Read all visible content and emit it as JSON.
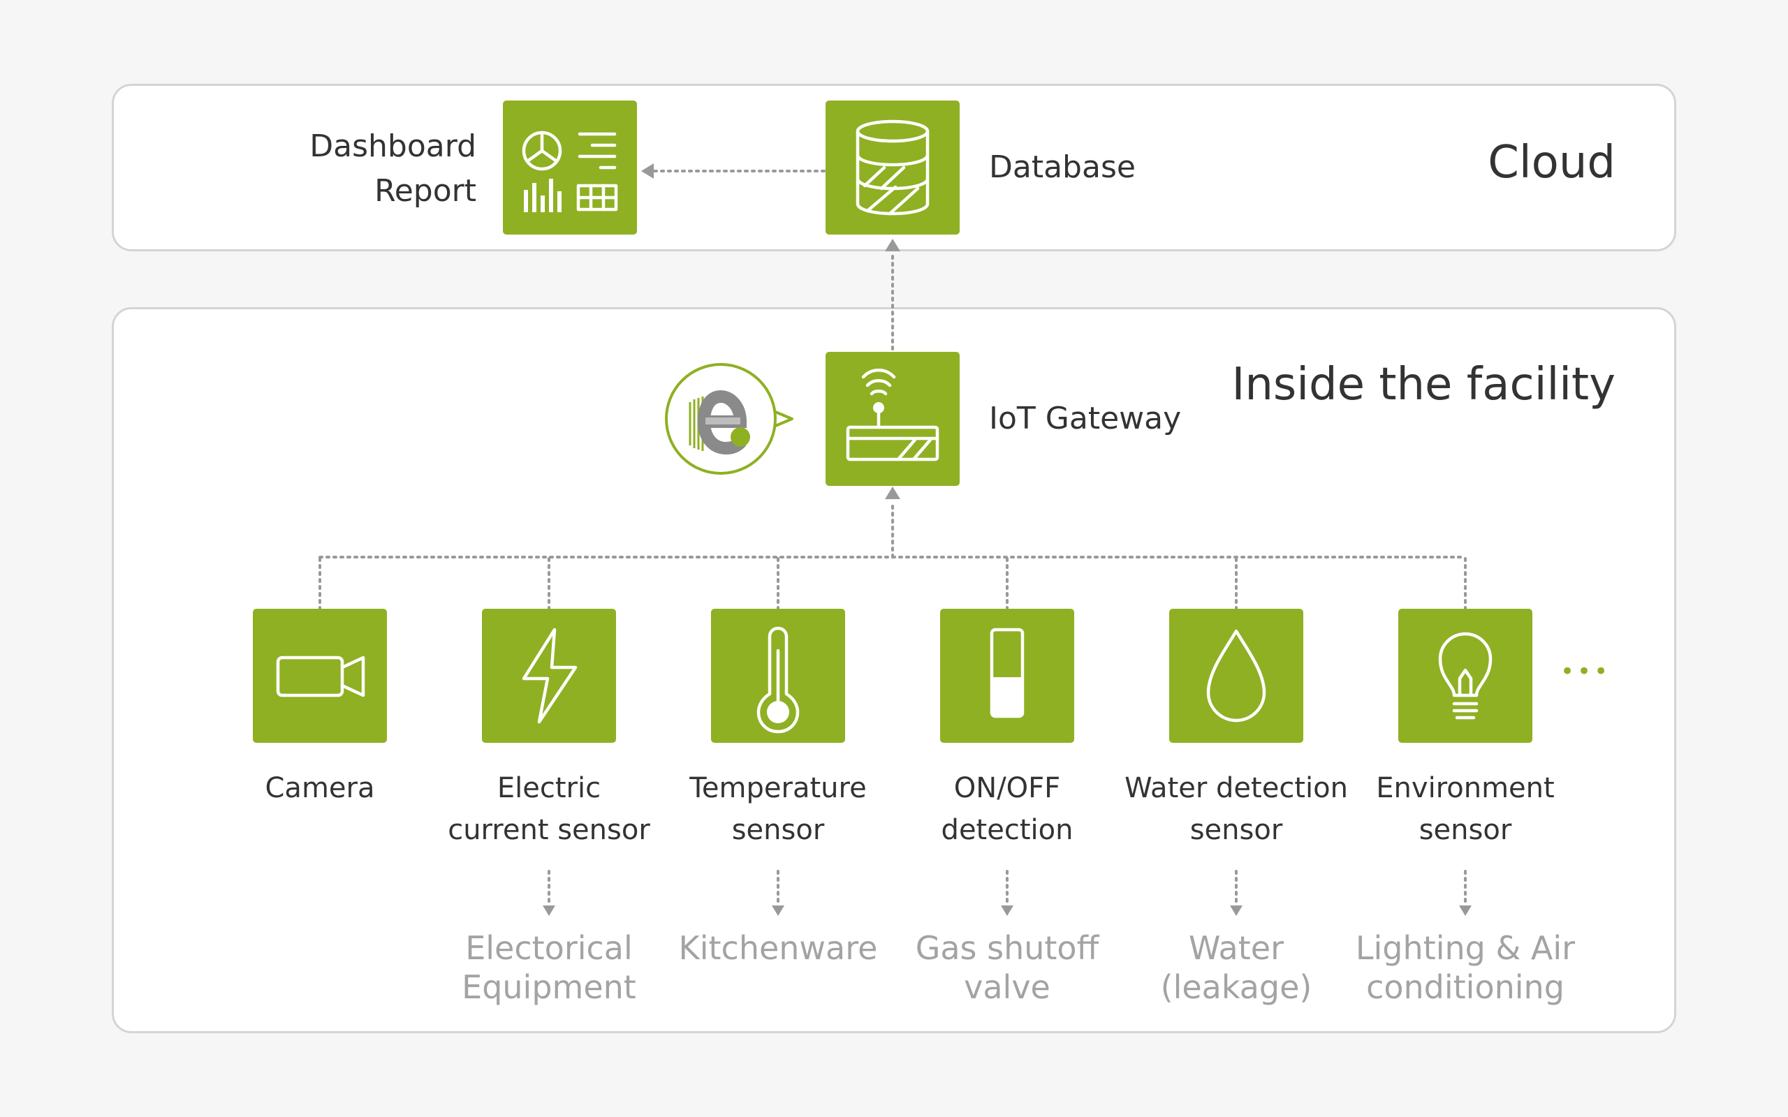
{
  "cloud": {
    "title": "Cloud",
    "dashboard": {
      "line1": "Dashboard",
      "line2": "Report",
      "icon": "dashboard-report-icon"
    },
    "database": {
      "label": "Database",
      "icon": "database-icon"
    }
  },
  "facility": {
    "title": "Inside the facility",
    "gateway": {
      "label": "IoT Gateway",
      "icon": "router-icon"
    },
    "edge_badge_icon": "edge-logo-icon",
    "more_indicator": "•••",
    "sensors": [
      {
        "line1": "Camera",
        "line2": "",
        "icon": "camera-icon",
        "target1": "",
        "target2": ""
      },
      {
        "line1": "Electric",
        "line2": "current sensor",
        "icon": "lightning-icon",
        "target1": "Electorical",
        "target2": "Equipment"
      },
      {
        "line1": "Temperature",
        "line2": "sensor",
        "icon": "thermometer-icon",
        "target1": "Kitchenware",
        "target2": ""
      },
      {
        "line1": "ON/OFF",
        "line2": "detection",
        "icon": "switch-icon",
        "target1": "Gas shutoff",
        "target2": "valve"
      },
      {
        "line1": "Water detection",
        "line2": "sensor",
        "icon": "water-drop-icon",
        "target1": "Water",
        "target2": "(leakage)"
      },
      {
        "line1": "Environment",
        "line2": "sensor",
        "icon": "light-bulb-icon",
        "target1": "Lighting & Air",
        "target2": "conditioning"
      }
    ]
  },
  "colors": {
    "accent": "#8fb023",
    "panel_border": "#d4d4d4",
    "connector": "#999999",
    "muted_text": "#a3a3a3"
  }
}
